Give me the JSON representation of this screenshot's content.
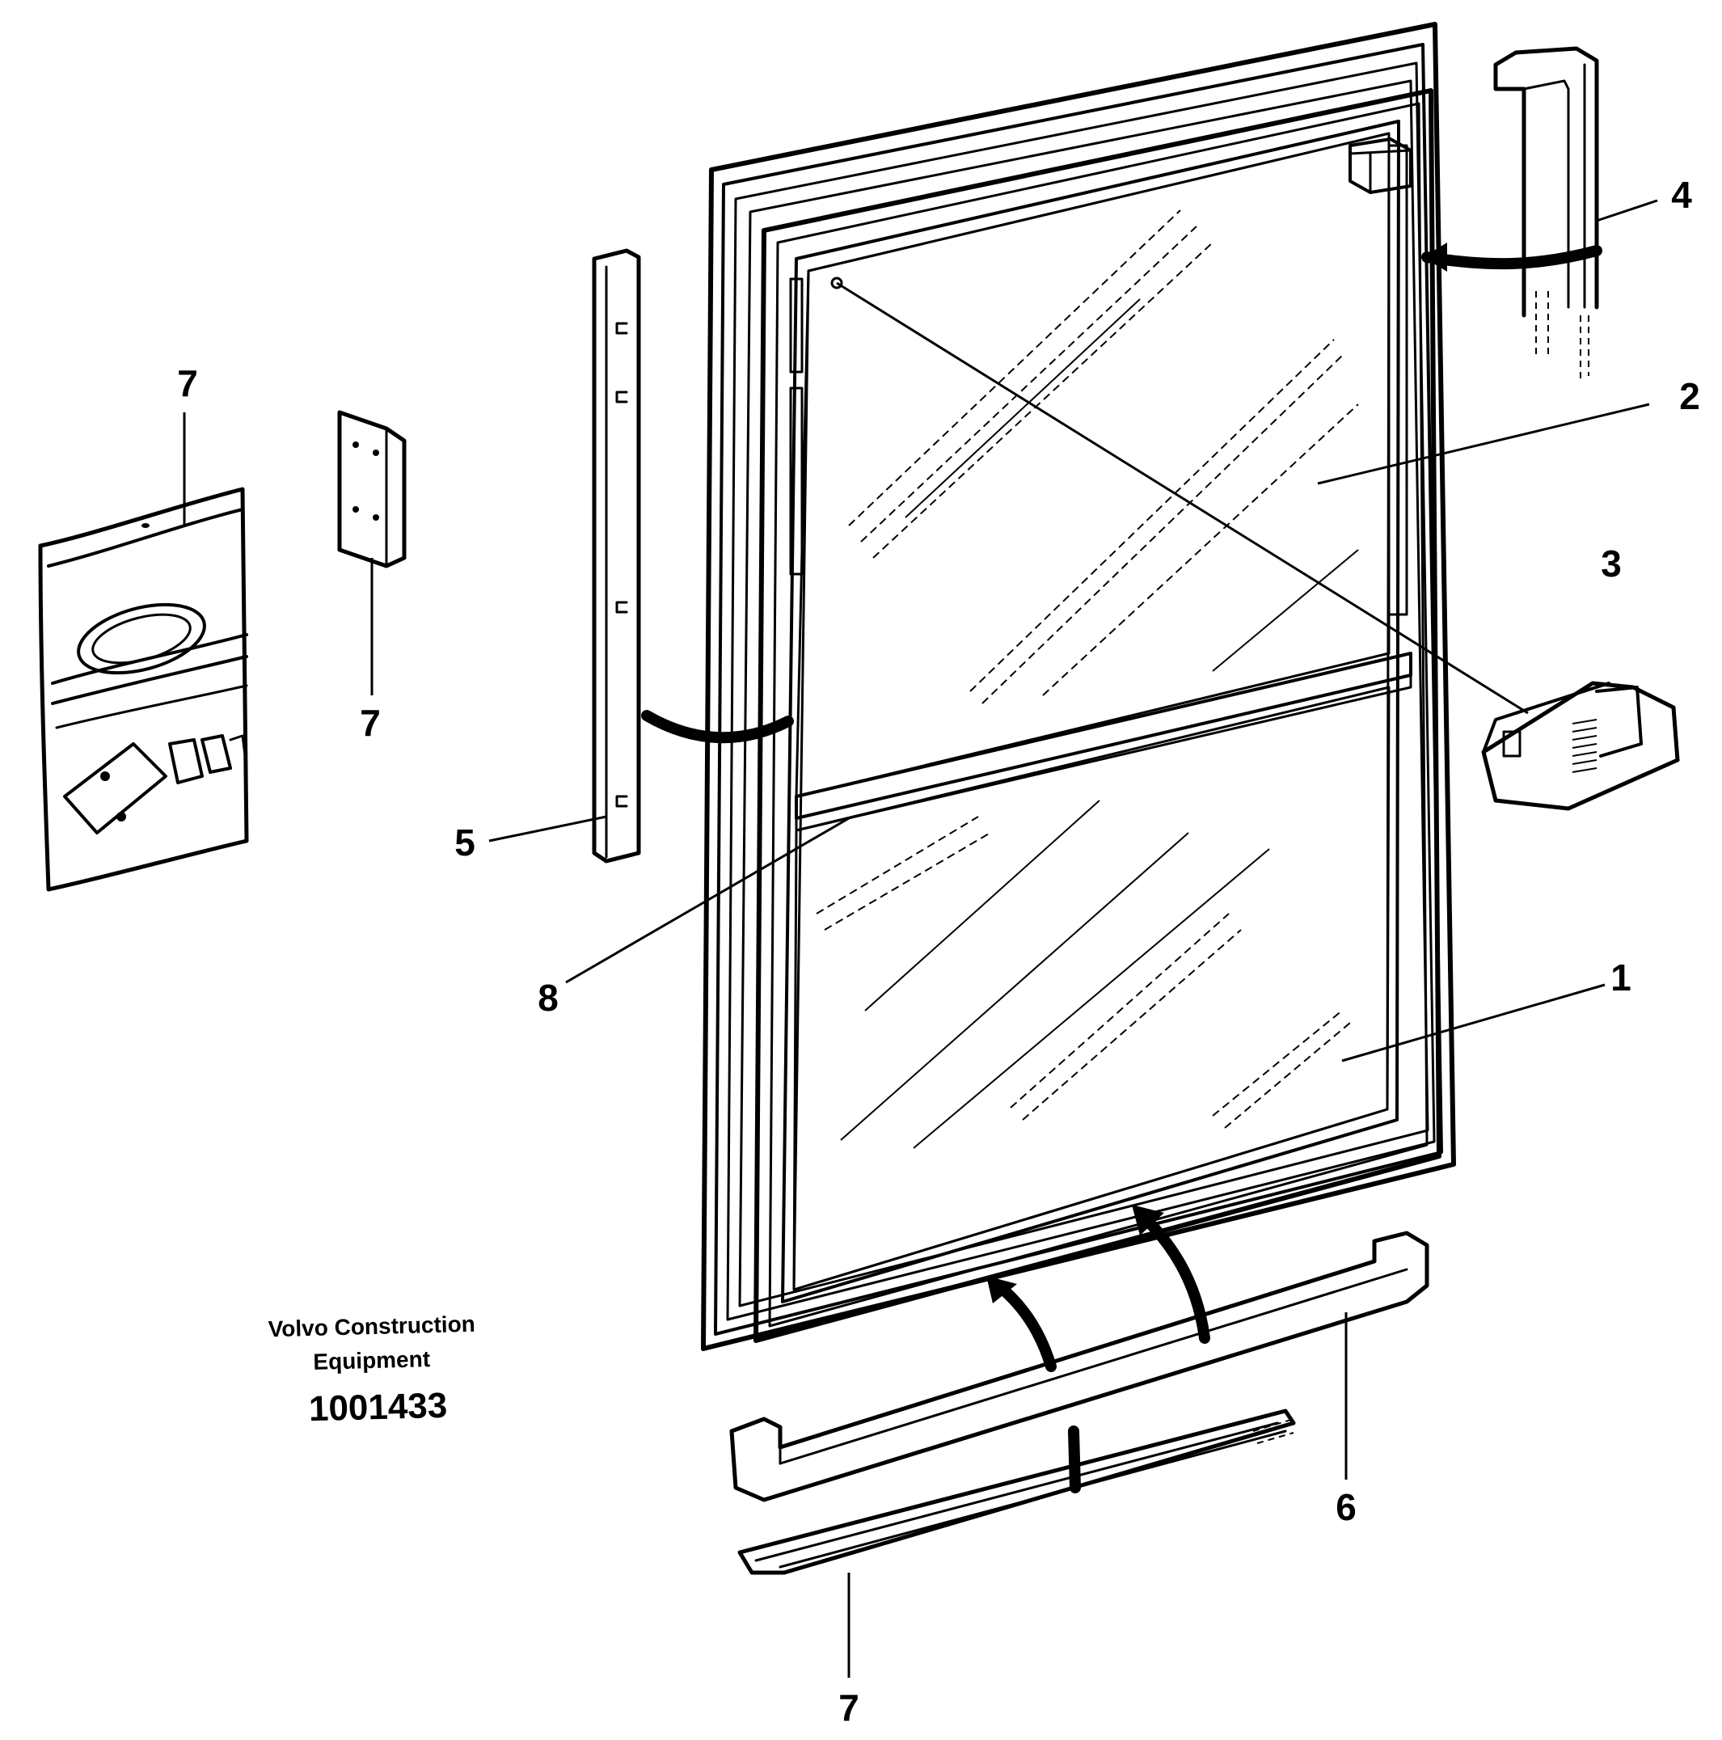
{
  "callouts": {
    "c1": "1",
    "c2": "2",
    "c3": "3",
    "c4": "4",
    "c5": "5",
    "c6": "6",
    "c7_bag": "7",
    "c7_plate": "7",
    "c7_strip": "7",
    "c8": "8"
  },
  "caption": {
    "line1": "Volvo Construction",
    "line2": "Equipment",
    "number": "1001433"
  },
  "colors": {
    "ink": "#000000",
    "paper": "#ffffff"
  }
}
